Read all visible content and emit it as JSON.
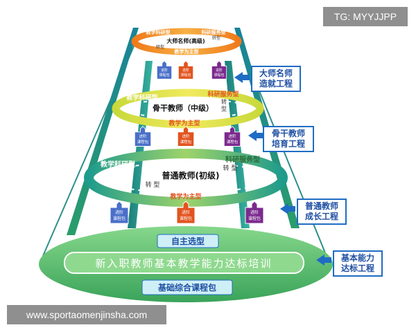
{
  "watermarks": {
    "top": "TG: MYYJJPP",
    "bottom": "www.sportaomenjinsha.com"
  },
  "base": {
    "top_tab": "自主选型",
    "main_label": "新入职教师基本教学能力达标培训",
    "bottom_tab": "基础综合课程包"
  },
  "tiers": [
    {
      "title": "普通教师(初级)",
      "left": "教学科研型",
      "right": "科研服务型",
      "bottom": "教学为主型",
      "turn1": "转 型",
      "turn2": "转 型"
    },
    {
      "title": "骨干教师（中级）",
      "left": "教学科研型",
      "right": "科研服务型",
      "bottom": "教学为主型",
      "turn1": "转",
      "turn2": "型"
    },
    {
      "title": "大师名师(高级)",
      "left": "教学科研型",
      "right": "科研服务型",
      "bottom": "教学为主型",
      "turn1": "转型",
      "turn2": "转型"
    }
  ],
  "packages": {
    "label_top": "进阶",
    "label_bottom": "课程包",
    "colors": [
      "#4a6fc9",
      "#e2541f",
      "#7b2a8e"
    ]
  },
  "side_labels": [
    {
      "line1": "大师名师",
      "line2": "造就工程"
    },
    {
      "line1": "骨干教师",
      "line2": "培育工程"
    },
    {
      "line1": "普通教师",
      "line2": "成长工程"
    },
    {
      "line1": "基本能力",
      "line2": "达标工程"
    }
  ],
  "colors": {
    "teal": "#2f9a8c",
    "green_base": "#5dbf6a",
    "orange": "#f08a2a",
    "yellow": "#e6df3a",
    "blue": "#1f6cc4"
  }
}
